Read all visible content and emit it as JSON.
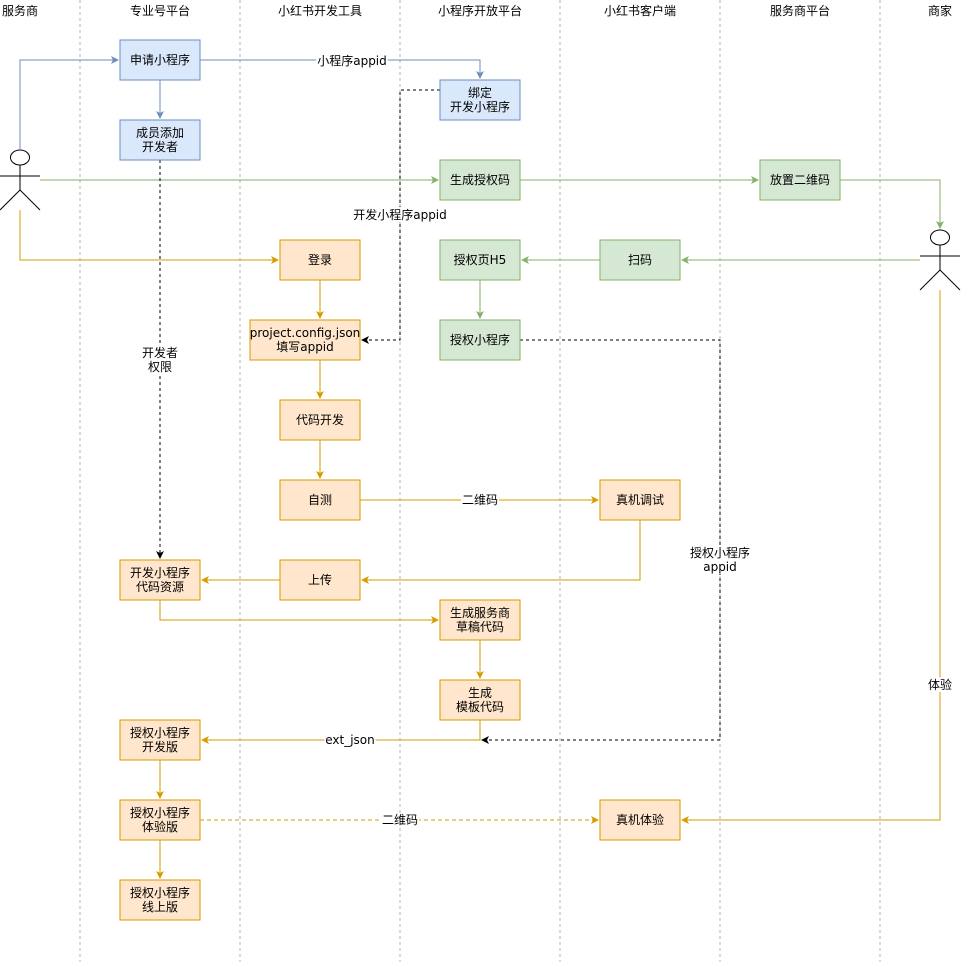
{
  "lanes": [
    "服务商",
    "专业号平台",
    "小红书开发工具",
    "小程序开放平台",
    "小红书客户端",
    "服务商平台",
    "商家"
  ],
  "actors": [
    {
      "id": "provider",
      "role": "服务商"
    },
    {
      "id": "merchant",
      "role": "商家"
    }
  ],
  "nodes": [
    {
      "id": "apply",
      "lines": [
        "申请小程序"
      ],
      "style": "blue"
    },
    {
      "id": "add_member",
      "lines": [
        "成员添加",
        "开发者"
      ],
      "style": "blue"
    },
    {
      "id": "bind",
      "lines": [
        "绑定",
        "开发小程序"
      ],
      "style": "blue"
    },
    {
      "id": "gen_auth_code",
      "lines": [
        "生成授权码"
      ],
      "style": "green"
    },
    {
      "id": "place_qr",
      "lines": [
        "放置二维码"
      ],
      "style": "green"
    },
    {
      "id": "auth_h5",
      "lines": [
        "授权页H5"
      ],
      "style": "green"
    },
    {
      "id": "scan",
      "lines": [
        "扫码"
      ],
      "style": "green"
    },
    {
      "id": "auth_mp",
      "lines": [
        "授权小程序"
      ],
      "style": "green"
    },
    {
      "id": "login",
      "lines": [
        "登录"
      ],
      "style": "orange"
    },
    {
      "id": "project_config",
      "lines": [
        "project.config.json",
        "填写appid"
      ],
      "style": "orange"
    },
    {
      "id": "code_dev",
      "lines": [
        "代码开发"
      ],
      "style": "orange"
    },
    {
      "id": "self_test",
      "lines": [
        "自测"
      ],
      "style": "orange"
    },
    {
      "id": "device_debug",
      "lines": [
        "真机调试"
      ],
      "style": "orange"
    },
    {
      "id": "upload",
      "lines": [
        "上传"
      ],
      "style": "orange"
    },
    {
      "id": "dev_resource",
      "lines": [
        "开发小程序",
        "代码资源"
      ],
      "style": "orange"
    },
    {
      "id": "gen_draft",
      "lines": [
        "生成服务商",
        "草稿代码"
      ],
      "style": "orange"
    },
    {
      "id": "gen_template",
      "lines": [
        "生成",
        "模板代码"
      ],
      "style": "orange"
    },
    {
      "id": "auth_dev",
      "lines": [
        "授权小程序",
        "开发版"
      ],
      "style": "orange"
    },
    {
      "id": "auth_trial",
      "lines": [
        "授权小程序",
        "体验版"
      ],
      "style": "orange"
    },
    {
      "id": "auth_online",
      "lines": [
        "授权小程序",
        "线上版"
      ],
      "style": "orange"
    },
    {
      "id": "device_trial",
      "lines": [
        "真机体验"
      ],
      "style": "orange"
    }
  ],
  "edges": [
    {
      "from": "provider",
      "to": "apply",
      "label": [],
      "style": "blue"
    },
    {
      "from": "apply",
      "to": "add_member",
      "label": [],
      "style": "blue"
    },
    {
      "from": "apply",
      "to": "bind",
      "label": [
        "小程序appid"
      ],
      "style": "blue"
    },
    {
      "from": "provider",
      "to": "gen_auth_code",
      "label": [],
      "style": "green"
    },
    {
      "from": "gen_auth_code",
      "to": "place_qr",
      "label": [],
      "style": "green"
    },
    {
      "from": "place_qr",
      "to": "merchant",
      "label": [],
      "style": "green"
    },
    {
      "from": "merchant",
      "to": "scan",
      "label": [],
      "style": "green"
    },
    {
      "from": "scan",
      "to": "auth_h5",
      "label": [],
      "style": "green"
    },
    {
      "from": "auth_h5",
      "to": "auth_mp",
      "label": [],
      "style": "green"
    },
    {
      "from": "provider",
      "to": "login",
      "label": [],
      "style": "orange"
    },
    {
      "from": "login",
      "to": "project_config",
      "label": [],
      "style": "orange"
    },
    {
      "from": "bind",
      "to": "project_config",
      "label": [
        "开发小程序appid"
      ],
      "style": "dashed"
    },
    {
      "from": "add_member",
      "to": "dev_resource",
      "label": [
        "开发者",
        "权限"
      ],
      "style": "dashed"
    },
    {
      "from": "project_config",
      "to": "code_dev",
      "label": [],
      "style": "orange"
    },
    {
      "from": "code_dev",
      "to": "self_test",
      "label": [],
      "style": "orange"
    },
    {
      "from": "self_test",
      "to": "device_debug",
      "label": [
        "二维码"
      ],
      "style": "orange"
    },
    {
      "from": "device_debug",
      "to": "upload",
      "label": [],
      "style": "orange"
    },
    {
      "from": "upload",
      "to": "dev_resource",
      "label": [],
      "style": "orange"
    },
    {
      "from": "dev_resource",
      "to": "gen_draft",
      "label": [],
      "style": "orange"
    },
    {
      "from": "gen_draft",
      "to": "gen_template",
      "label": [],
      "style": "orange"
    },
    {
      "from": "auth_mp",
      "to": "gen_template",
      "label": [
        "授权小程序",
        "appid"
      ],
      "style": "dashed"
    },
    {
      "from": "gen_template",
      "to": "auth_dev",
      "label": [
        "ext_json"
      ],
      "style": "orange"
    },
    {
      "from": "auth_dev",
      "to": "auth_trial",
      "label": [],
      "style": "orange"
    },
    {
      "from": "auth_trial",
      "to": "auth_online",
      "label": [],
      "style": "orange"
    },
    {
      "from": "auth_trial",
      "to": "device_trial",
      "label": [
        "二维码"
      ],
      "style": "orange-dashed"
    },
    {
      "from": "merchant",
      "to": "device_trial",
      "label": [
        "体验"
      ],
      "style": "orange"
    }
  ],
  "colors": {
    "blue_fill": "#dae8fc",
    "blue_stroke": "#6c8ebf",
    "green_fill": "#d5e8d4",
    "green_stroke": "#82b366",
    "orange_fill": "#ffe6cc",
    "orange_stroke": "#d79b00",
    "lane_divider": "#b3b3b3"
  }
}
